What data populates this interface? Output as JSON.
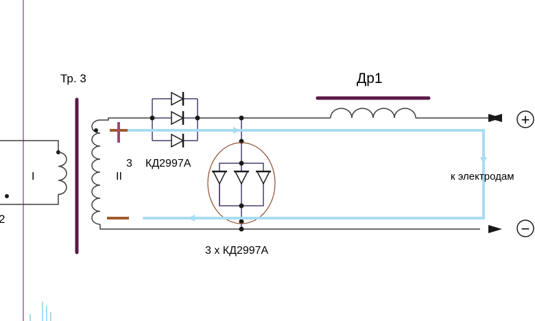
{
  "labels": {
    "transformer": "Тр. 3",
    "inductor": "Др1",
    "primary": "I",
    "secondary": "II",
    "primary_terminal": "2",
    "series_diodes": "3",
    "series_diodes_part": "КД2997А",
    "parallel_diodes": "3 х КД2997А",
    "electrodes": "к электродам",
    "plus_terminal": "+",
    "minus_terminal": "−"
  },
  "colors": {
    "wire": "#3c3c3c",
    "core": "#5a1a48",
    "flow": "#a8dcf2",
    "plus_mark": "#a05a2c",
    "plus_mark_vertical": "#a04878",
    "minus_mark": "#a05a2c",
    "ellipse": "#8b4a2a",
    "diode_box": "#4a3a6a"
  }
}
